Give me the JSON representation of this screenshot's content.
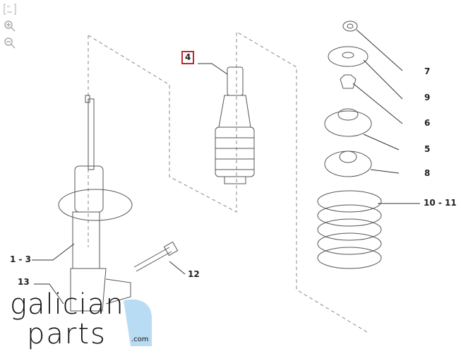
{
  "toolbar": {
    "fit_icon": "fit-screen-icon",
    "zoom_in_icon": "zoom-in-icon",
    "zoom_out_icon": "zoom-out-icon"
  },
  "callouts": {
    "p4": "4",
    "p7": "7",
    "p9": "9",
    "p6": "6",
    "p5": "5",
    "p8": "8",
    "p10_11": "10 - 11",
    "p1_3": "1 - 3",
    "p12": "12",
    "p13": "13"
  },
  "watermark": {
    "line1": "galician",
    "line2": "parts",
    "suffix": ".com"
  },
  "colors": {
    "highlight": "#c0272d",
    "watermark_blue": "#b9dcf5"
  }
}
